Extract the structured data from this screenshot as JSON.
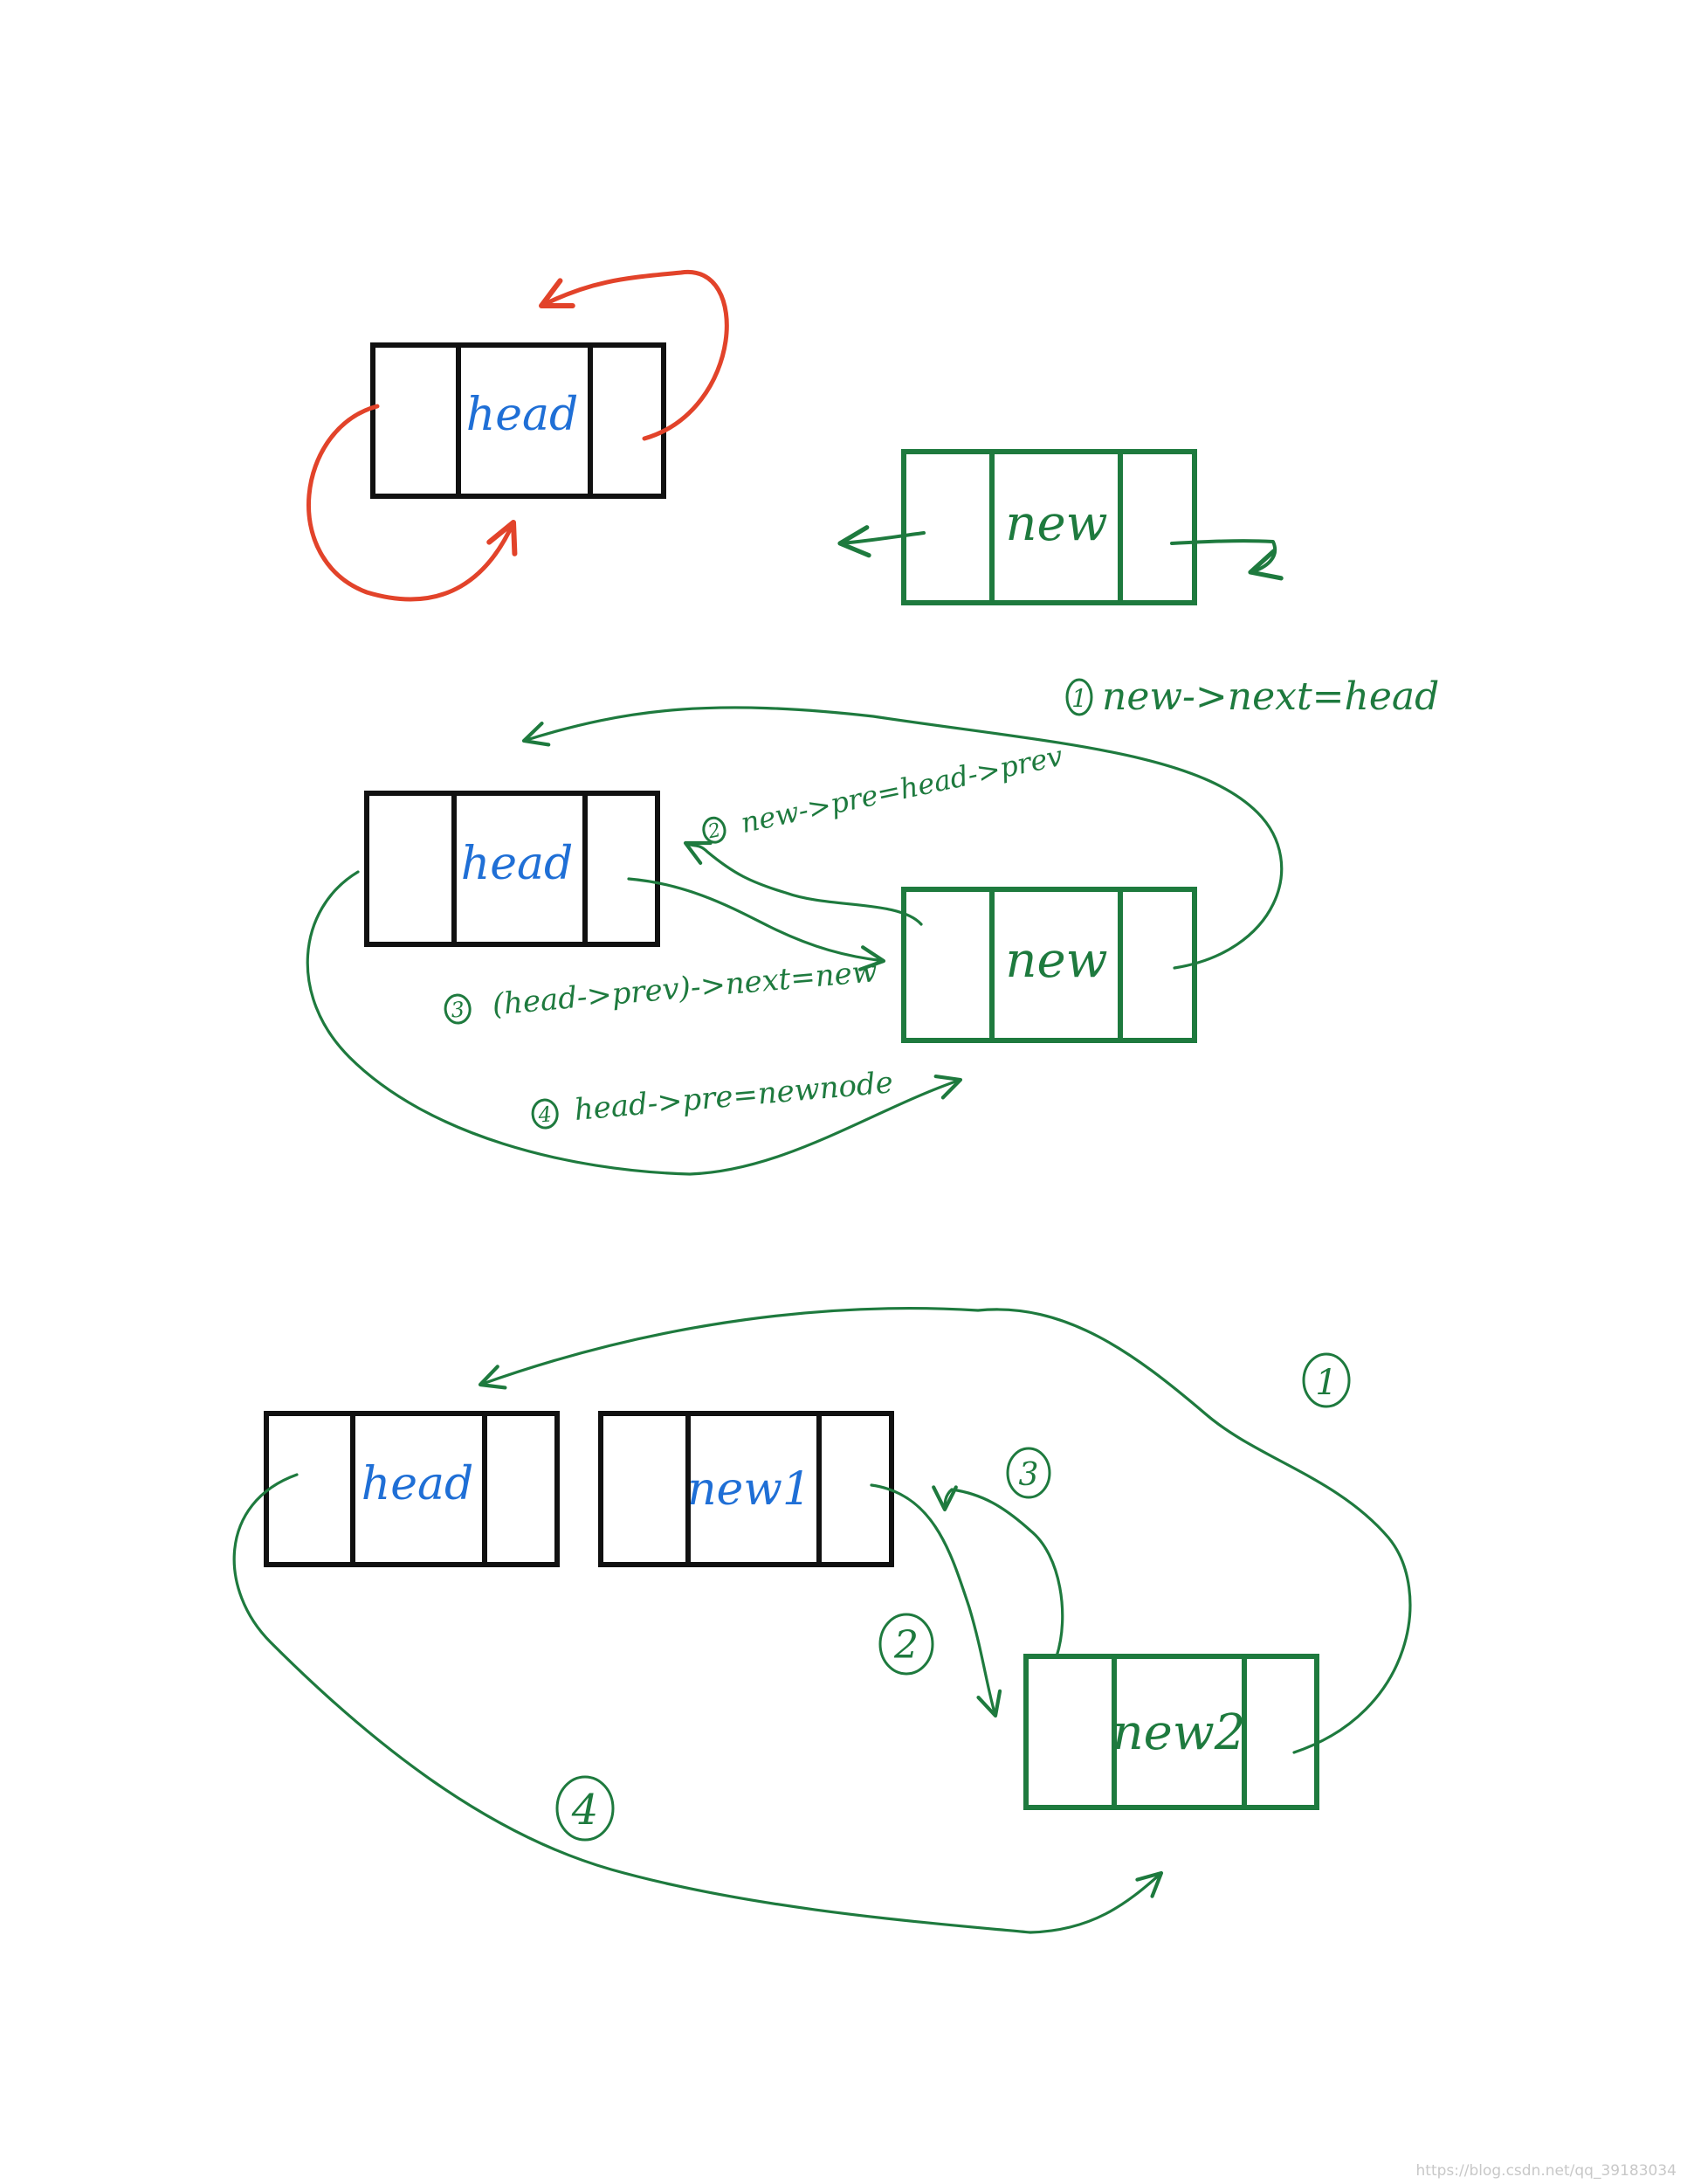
{
  "diagram": {
    "colors": {
      "black": "#111111",
      "green": "#1e7a3e",
      "blue": "#1f6fd6",
      "red": "#e2432a"
    },
    "section1": {
      "head_label": "head",
      "new_label": "new"
    },
    "section2": {
      "head_label": "head",
      "new_label": "new",
      "step1": {
        "num": "1",
        "text": "new->next=head"
      },
      "step2": {
        "num": "2",
        "text": "new->pre=head->prev"
      },
      "step3": {
        "num": "3",
        "text": "(head->prev)->next=new"
      },
      "step4": {
        "num": "4",
        "text": "head->pre=newnode"
      }
    },
    "section3": {
      "head_label": "head",
      "new1_label": "new1",
      "new2_label": "new2",
      "step1": "1",
      "step2": "2",
      "step3": "3",
      "step4": "4"
    },
    "watermark": "https://blog.csdn.net/qq_39183034"
  }
}
